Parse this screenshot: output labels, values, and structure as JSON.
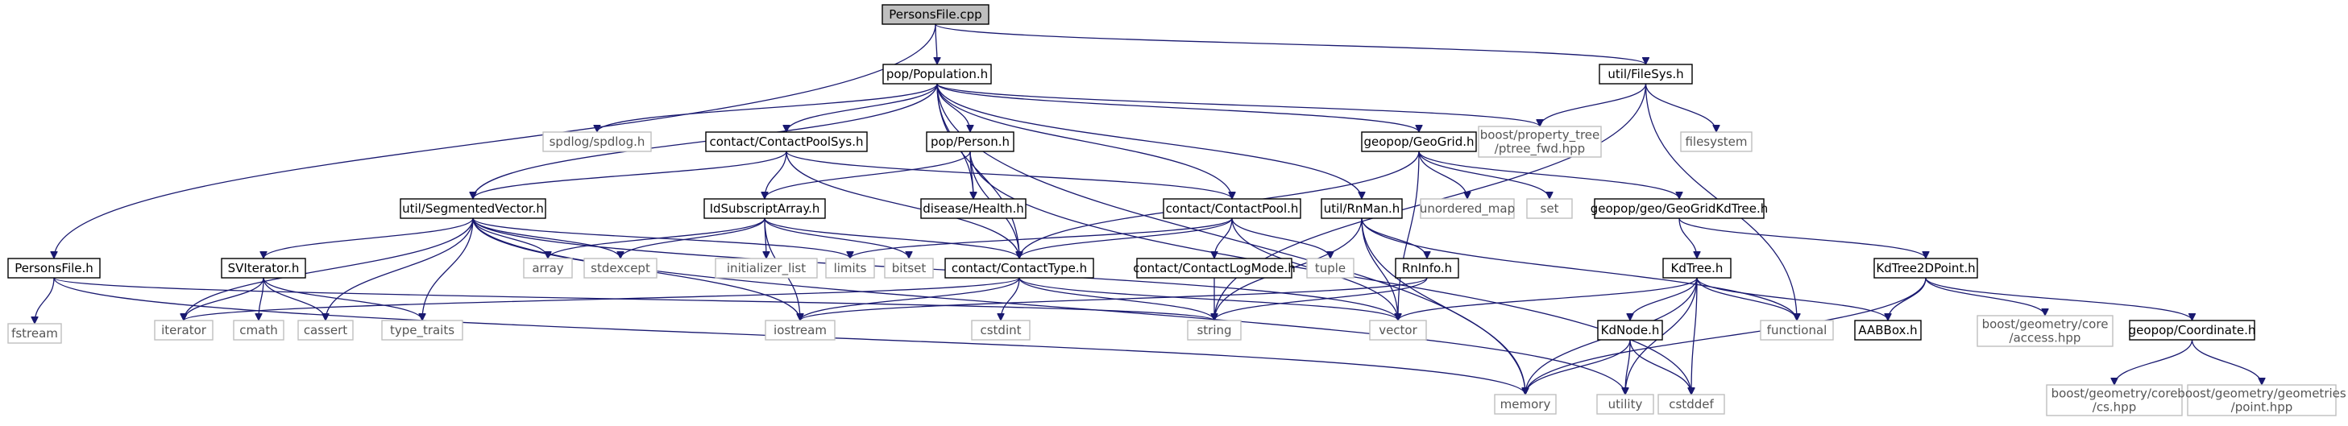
{
  "colors": {
    "edge": "#191970",
    "root_fill": "#bfbfbf",
    "internal_fill": "#ffffff",
    "internal_stroke": "#000000",
    "external_stroke": "#bfbfbf",
    "external_text": "#555555"
  },
  "nodes": {
    "persons_file_cpp": {
      "lines": [
        "PersonsFile.cpp"
      ],
      "kind": "root"
    },
    "pop_population_h": {
      "lines": [
        "pop/Population.h"
      ],
      "kind": "internal"
    },
    "util_filesys_h": {
      "lines": [
        "util/FileSys.h"
      ],
      "kind": "internal"
    },
    "persons_file_h": {
      "lines": [
        "PersonsFile.h"
      ],
      "kind": "internal"
    },
    "spdlog": {
      "lines": [
        "spdlog/spdlog.h"
      ],
      "kind": "external"
    },
    "contact_pool_sys_h": {
      "lines": [
        "contact/ContactPoolSys.h"
      ],
      "kind": "internal"
    },
    "pop_person_h": {
      "lines": [
        "pop/Person.h"
      ],
      "kind": "internal"
    },
    "geogrid_h": {
      "lines": [
        "geopop/GeoGrid.h"
      ],
      "kind": "internal"
    },
    "ptree_fwd": {
      "lines": [
        "boost/property_tree",
        "/ptree_fwd.hpp"
      ],
      "kind": "external"
    },
    "filesystem": {
      "lines": [
        "filesystem"
      ],
      "kind": "external"
    },
    "segmented_vector_h": {
      "lines": [
        "util/SegmentedVector.h"
      ],
      "kind": "internal"
    },
    "id_subscript_array_h": {
      "lines": [
        "IdSubscriptArray.h"
      ],
      "kind": "internal"
    },
    "disease_health_h": {
      "lines": [
        "disease/Health.h"
      ],
      "kind": "internal"
    },
    "contact_pool_h": {
      "lines": [
        "contact/ContactPool.h"
      ],
      "kind": "internal"
    },
    "util_rnman_h": {
      "lines": [
        "util/RnMan.h"
      ],
      "kind": "internal"
    },
    "unordered_map": {
      "lines": [
        "unordered_map"
      ],
      "kind": "external"
    },
    "set": {
      "lines": [
        "set"
      ],
      "kind": "external"
    },
    "geogrid_kdtree_h": {
      "lines": [
        "geopop/geo/GeoGridKdTree.h"
      ],
      "kind": "internal"
    },
    "fstream": {
      "lines": [
        "fstream"
      ],
      "kind": "external"
    },
    "sviterator_h": {
      "lines": [
        "SVIterator.h"
      ],
      "kind": "internal"
    },
    "array": {
      "lines": [
        "array"
      ],
      "kind": "external"
    },
    "stdexcept": {
      "lines": [
        "stdexcept"
      ],
      "kind": "external"
    },
    "initializer_list": {
      "lines": [
        "initializer_list"
      ],
      "kind": "external"
    },
    "limits": {
      "lines": [
        "limits"
      ],
      "kind": "external"
    },
    "bitset": {
      "lines": [
        "bitset"
      ],
      "kind": "external"
    },
    "contact_type_h": {
      "lines": [
        "contact/ContactType.h"
      ],
      "kind": "internal"
    },
    "contact_log_mode_h": {
      "lines": [
        "contact/ContactLogMode.h"
      ],
      "kind": "internal"
    },
    "tuple": {
      "lines": [
        "tuple"
      ],
      "kind": "external"
    },
    "rninfo_h": {
      "lines": [
        "RnInfo.h"
      ],
      "kind": "internal"
    },
    "kdtree_h": {
      "lines": [
        "KdTree.h"
      ],
      "kind": "internal"
    },
    "kdtree2dpoint_h": {
      "lines": [
        "KdTree2DPoint.h"
      ],
      "kind": "internal"
    },
    "iterator": {
      "lines": [
        "iterator"
      ],
      "kind": "external"
    },
    "cmath": {
      "lines": [
        "cmath"
      ],
      "kind": "external"
    },
    "cassert": {
      "lines": [
        "cassert"
      ],
      "kind": "external"
    },
    "type_traits": {
      "lines": [
        "type_traits"
      ],
      "kind": "external"
    },
    "iostream": {
      "lines": [
        "iostream"
      ],
      "kind": "external"
    },
    "cstdint": {
      "lines": [
        "cstdint"
      ],
      "kind": "external"
    },
    "string": {
      "lines": [
        "string"
      ],
      "kind": "external"
    },
    "vector": {
      "lines": [
        "vector"
      ],
      "kind": "external"
    },
    "kdnode_h": {
      "lines": [
        "KdNode.h"
      ],
      "kind": "internal"
    },
    "functional": {
      "lines": [
        "functional"
      ],
      "kind": "external"
    },
    "aabbox_h": {
      "lines": [
        "AABBox.h"
      ],
      "kind": "internal"
    },
    "geometry_access": {
      "lines": [
        "boost/geometry/core",
        "/access.hpp"
      ],
      "kind": "external"
    },
    "coordinate_h": {
      "lines": [
        "geopop/Coordinate.h"
      ],
      "kind": "internal"
    },
    "memory": {
      "lines": [
        "memory"
      ],
      "kind": "external"
    },
    "utility": {
      "lines": [
        "utility"
      ],
      "kind": "external"
    },
    "cstddef": {
      "lines": [
        "cstddef"
      ],
      "kind": "external"
    },
    "geometry_cs": {
      "lines": [
        "boost/geometry/core",
        "/cs.hpp"
      ],
      "kind": "external"
    },
    "geometry_point": {
      "lines": [
        "boost/geometry/geometries",
        "/point.hpp"
      ],
      "kind": "external"
    }
  },
  "edges": [
    [
      "persons_file_cpp",
      "pop_population_h"
    ],
    [
      "persons_file_cpp",
      "util_filesys_h"
    ],
    [
      "persons_file_cpp",
      "persons_file_h"
    ],
    [
      "pop_population_h",
      "spdlog"
    ],
    [
      "pop_population_h",
      "contact_pool_sys_h"
    ],
    [
      "pop_population_h",
      "pop_person_h"
    ],
    [
      "pop_population_h",
      "geogrid_h"
    ],
    [
      "pop_population_h",
      "ptree_fwd"
    ],
    [
      "pop_population_h",
      "segmented_vector_h"
    ],
    [
      "pop_population_h",
      "contact_pool_h"
    ],
    [
      "pop_population_h",
      "util_rnman_h"
    ],
    [
      "pop_population_h",
      "contact_type_h"
    ],
    [
      "pop_population_h",
      "memory"
    ],
    [
      "pop_population_h",
      "disease_health_h"
    ],
    [
      "util_filesys_h",
      "ptree_fwd"
    ],
    [
      "util_filesys_h",
      "filesystem"
    ],
    [
      "util_filesys_h",
      "functional"
    ],
    [
      "util_filesys_h",
      "string"
    ],
    [
      "persons_file_h",
      "fstream"
    ],
    [
      "persons_file_h",
      "memory"
    ],
    [
      "persons_file_h",
      "string"
    ],
    [
      "contact_pool_sys_h",
      "segmented_vector_h"
    ],
    [
      "contact_pool_sys_h",
      "id_subscript_array_h"
    ],
    [
      "contact_pool_sys_h",
      "contact_pool_h"
    ],
    [
      "contact_pool_sys_h",
      "contact_type_h"
    ],
    [
      "pop_person_h",
      "id_subscript_array_h"
    ],
    [
      "pop_person_h",
      "disease_health_h"
    ],
    [
      "pop_person_h",
      "contact_type_h"
    ],
    [
      "pop_person_h",
      "cstddef"
    ],
    [
      "geogrid_h",
      "unordered_map"
    ],
    [
      "geogrid_h",
      "set"
    ],
    [
      "geogrid_h",
      "geogrid_kdtree_h"
    ],
    [
      "geogrid_h",
      "contact_type_h"
    ],
    [
      "geogrid_h",
      "vector"
    ],
    [
      "segmented_vector_h",
      "sviterator_h"
    ],
    [
      "segmented_vector_h",
      "array"
    ],
    [
      "segmented_vector_h",
      "stdexcept"
    ],
    [
      "segmented_vector_h",
      "iterator"
    ],
    [
      "segmented_vector_h",
      "cassert"
    ],
    [
      "segmented_vector_h",
      "type_traits"
    ],
    [
      "segmented_vector_h",
      "iostream"
    ],
    [
      "segmented_vector_h",
      "vector"
    ],
    [
      "segmented_vector_h",
      "utility"
    ],
    [
      "segmented_vector_h",
      "limits"
    ],
    [
      "id_subscript_array_h",
      "array"
    ],
    [
      "id_subscript_array_h",
      "stdexcept"
    ],
    [
      "id_subscript_array_h",
      "initializer_list"
    ],
    [
      "id_subscript_array_h",
      "bitset"
    ],
    [
      "id_subscript_array_h",
      "contact_type_h"
    ],
    [
      "id_subscript_array_h",
      "iostream"
    ],
    [
      "contact_pool_h",
      "contact_type_h"
    ],
    [
      "contact_pool_h",
      "contact_log_mode_h"
    ],
    [
      "contact_pool_h",
      "tuple"
    ],
    [
      "contact_pool_h",
      "limits"
    ],
    [
      "contact_pool_h",
      "vector"
    ],
    [
      "util_rnman_h",
      "rninfo_h"
    ],
    [
      "util_rnman_h",
      "functional"
    ],
    [
      "util_rnman_h",
      "memory"
    ],
    [
      "util_rnman_h",
      "string"
    ],
    [
      "util_rnman_h",
      "vector"
    ],
    [
      "geogrid_kdtree_h",
      "kdtree_h"
    ],
    [
      "geogrid_kdtree_h",
      "kdtree2dpoint_h"
    ],
    [
      "sviterator_h",
      "iterator"
    ],
    [
      "sviterator_h",
      "cmath"
    ],
    [
      "sviterator_h",
      "cassert"
    ],
    [
      "sviterator_h",
      "type_traits"
    ],
    [
      "contact_type_h",
      "iostream"
    ],
    [
      "contact_type_h",
      "cstdint"
    ],
    [
      "contact_type_h",
      "string"
    ],
    [
      "contact_type_h",
      "vector"
    ],
    [
      "contact_type_h",
      "iterator"
    ],
    [
      "contact_log_mode_h",
      "string"
    ],
    [
      "rninfo_h",
      "iostream"
    ],
    [
      "rninfo_h",
      "string"
    ],
    [
      "kdtree_h",
      "kdnode_h"
    ],
    [
      "kdtree_h",
      "functional"
    ],
    [
      "kdtree_h",
      "aabbox_h"
    ],
    [
      "kdtree_h",
      "vector"
    ],
    [
      "kdtree_h",
      "memory"
    ],
    [
      "kdtree_h",
      "utility"
    ],
    [
      "kdtree_h",
      "cstddef"
    ],
    [
      "kdtree2dpoint_h",
      "aabbox_h"
    ],
    [
      "kdtree2dpoint_h",
      "geometry_access"
    ],
    [
      "kdtree2dpoint_h",
      "coordinate_h"
    ],
    [
      "kdtree2dpoint_h",
      "memory"
    ],
    [
      "kdnode_h",
      "memory"
    ],
    [
      "kdnode_h",
      "utility"
    ],
    [
      "kdnode_h",
      "cstddef"
    ],
    [
      "coordinate_h",
      "geometry_cs"
    ],
    [
      "coordinate_h",
      "geometry_point"
    ]
  ]
}
